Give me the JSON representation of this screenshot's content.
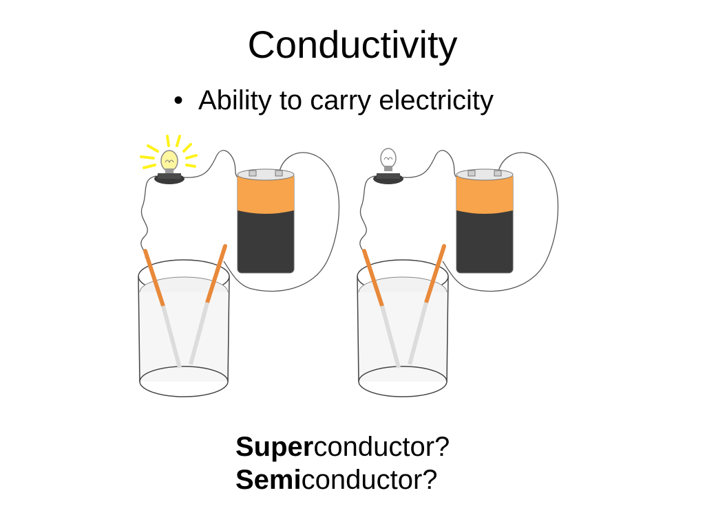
{
  "slide": {
    "title": "Conductivity",
    "bullets": [
      {
        "marker": "•",
        "text": "Ability to carry electricity"
      }
    ],
    "questions": [
      {
        "bold": "Super",
        "rest": "conductor?"
      },
      {
        "bold": "Semi",
        "rest": "conductor?"
      }
    ]
  },
  "colors": {
    "battery_top": "#f7a44c",
    "battery_body": "#3a3a3a",
    "electrode": "#e8893a",
    "bulb_glow": "#fff21a",
    "wire": "#555555"
  },
  "illustration": {
    "circuits": [
      {
        "bulb_lit": true
      },
      {
        "bulb_lit": false
      }
    ]
  }
}
